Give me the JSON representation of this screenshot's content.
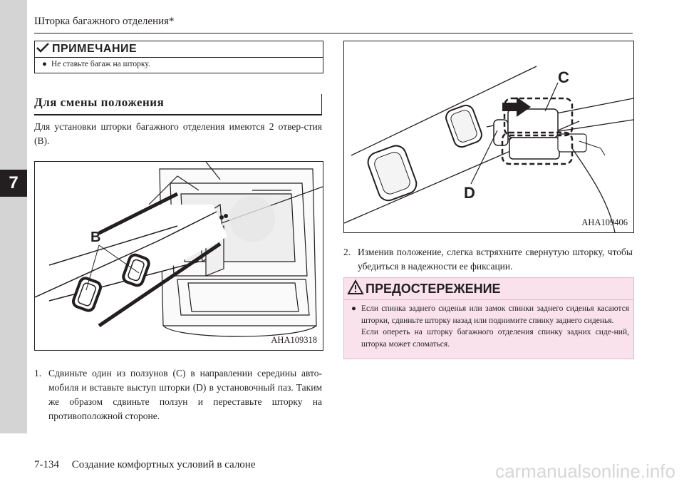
{
  "header": {
    "title": "Шторка багажного отделения*"
  },
  "chapter_tab": "7",
  "note": {
    "label": "ПРИМЕЧАНИЕ",
    "items": [
      "Не ставьте багаж на шторку."
    ]
  },
  "section": {
    "heading": "Для смены положения"
  },
  "intro": "Для установки шторки багажного отделения имеются 2 отвер-стия (B).",
  "figure_a": {
    "code": "AHA109318",
    "label_b": "B"
  },
  "figure_b": {
    "code": "AHA109406",
    "label_c": "C",
    "label_d": "D"
  },
  "steps": [
    {
      "num": "1.",
      "text": "Сдвиньте один из ползунов (C) в направлении середины авто-мобиля и вставьте выступ шторки (D) в установочный паз. Таким же образом сдвиньте ползун и переставьте шторку на противоположной стороне."
    },
    {
      "num": "2.",
      "text": "Изменив положение, слегка встряхните свернутую шторку, чтобы убедиться в надежности ее фиксации."
    }
  ],
  "warning": {
    "label": "ПРЕДОСТЕРЕЖЕНИЕ",
    "items": [
      {
        "line1": "Если спинка заднего сиденья или замок спинки заднего сиденья касаются шторки, сдвиньте шторку назад или поднимите спинку заднего сиденья.",
        "line2": "Если опереть на шторку багажного отделения спинку задних сиде-ний, шторка может сломаться."
      }
    ]
  },
  "footer": {
    "page": "7-134",
    "chapter_title": "Создание комфортных условий в салоне"
  },
  "watermark": "carmanualsonline.info"
}
